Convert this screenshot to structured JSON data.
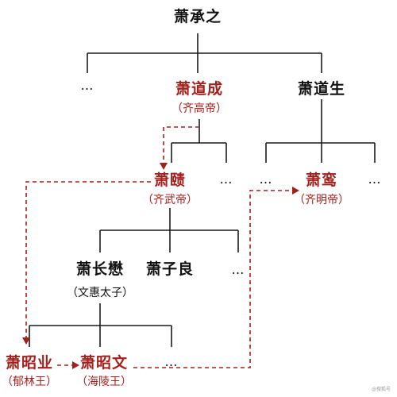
{
  "root": {
    "name": "萧承之"
  },
  "gen2": [
    {
      "name": "…"
    },
    {
      "name": "萧道成",
      "title": "（齐高帝）"
    },
    {
      "name": "萧道生"
    }
  ],
  "gen3_left": [
    {
      "name": "萧赜",
      "title": "（齐武帝）"
    },
    {
      "name": "…"
    }
  ],
  "gen3_right": [
    {
      "name": "…"
    },
    {
      "name": "萧鸾",
      "title": "（齐明帝）"
    },
    {
      "name": "…"
    }
  ],
  "gen4": [
    {
      "name": "萧长懋",
      "title": "（文惠太子）"
    },
    {
      "name": "萧子良"
    },
    {
      "name": "…"
    }
  ],
  "gen5": [
    {
      "name": "萧昭业",
      "title": "（郁林王）"
    },
    {
      "name": "萧昭文",
      "title": "（海陵王）"
    },
    {
      "name": "…"
    }
  ],
  "watermark": "@搜狐号",
  "colors": {
    "line": "#1a1a1a",
    "emperor": "#a3201c",
    "succession": "#a3201c"
  }
}
